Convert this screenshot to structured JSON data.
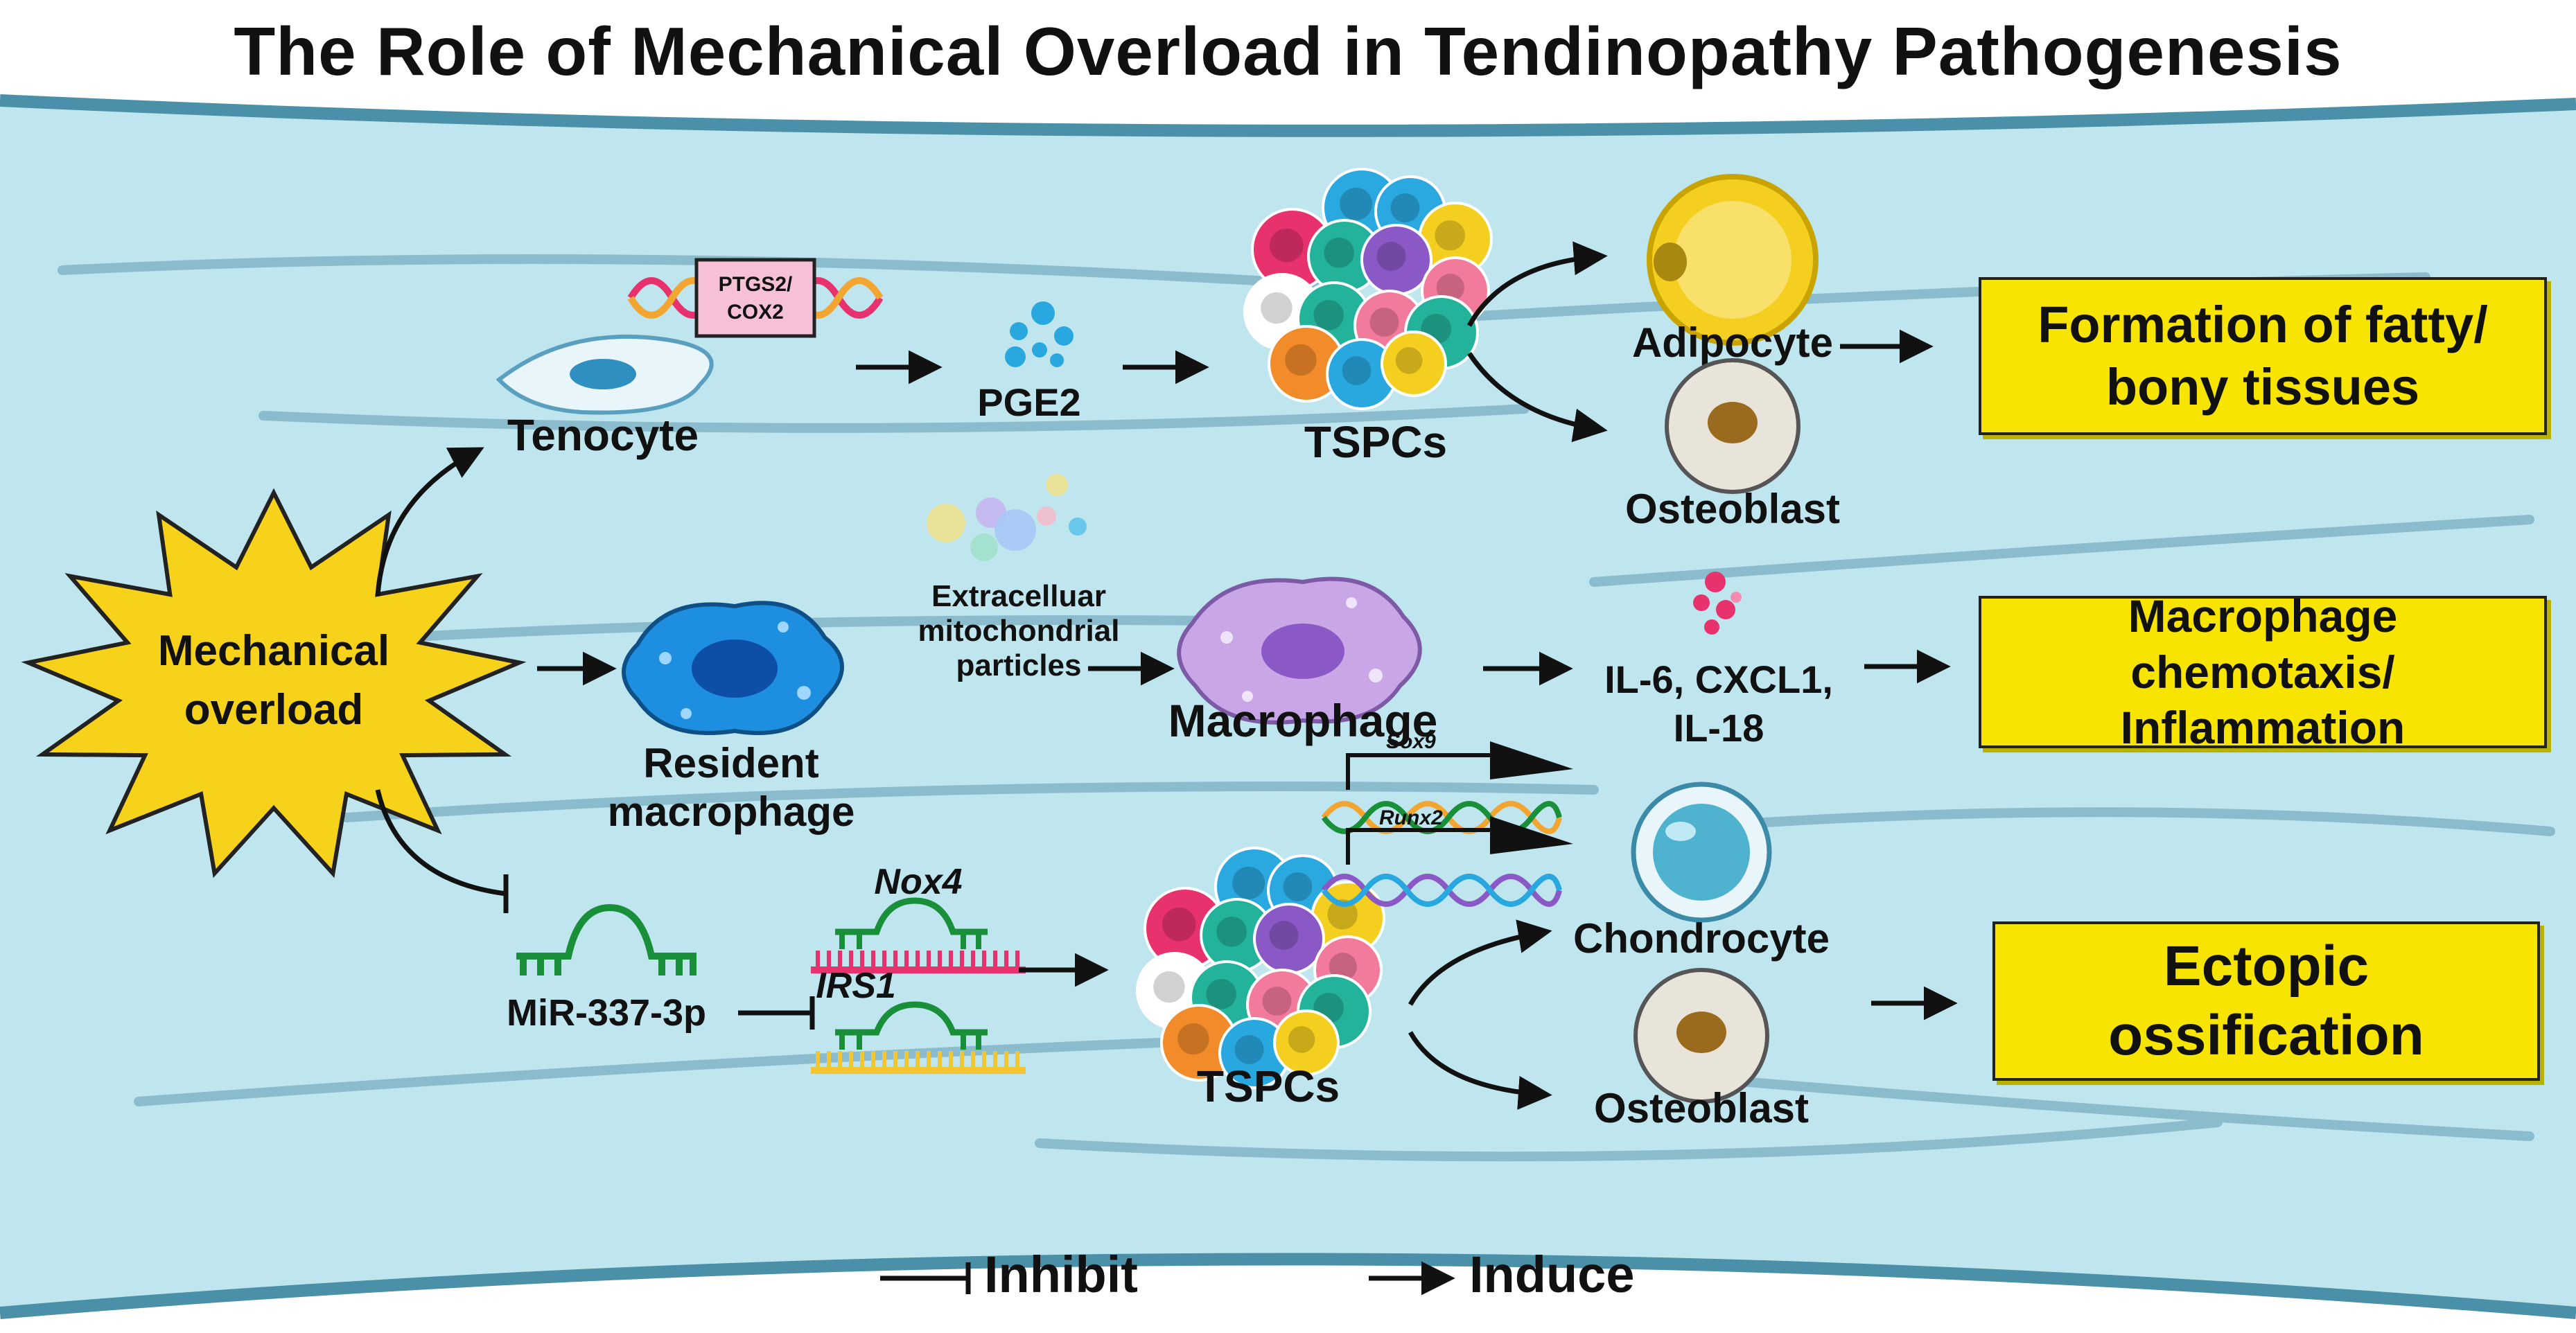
{
  "title": "The Role of Mechanical Overload in Tendinopathy Pathogenesis",
  "trigger": {
    "line1": "Mechanical",
    "line2": "overload"
  },
  "top_pathway": {
    "gene_label_line1": "PTGS2/",
    "gene_label_line2": "COX2",
    "tenocyte": "Tenocyte",
    "pge2": "PGE2",
    "tspcs": "TSPCs",
    "adipocyte": "Adipocyte",
    "osteoblast": "Osteoblast",
    "outcome_line1": "Formation of fatty/",
    "outcome_line2": "bony tissues"
  },
  "middle_pathway": {
    "resident_line1": "Resident",
    "resident_line2": "macrophage",
    "particles_line1": "Extracelluar",
    "particles_line2": "mitochondrial",
    "particles_line3": "particles",
    "macrophage": "Macrophage",
    "cytokines_line1": "IL-6, CXCL1,",
    "cytokines_line2": "IL-18",
    "outcome_line1": "Macrophage chemotaxis/",
    "outcome_line2": "Inflammation"
  },
  "bottom_pathway": {
    "mirna": "MiR-337-3p",
    "nox4": "Nox4",
    "irs1": "IRS1",
    "sox9": "Sox9",
    "runx2": "Runx2",
    "tspcs": "TSPCs",
    "chondrocyte": "Chondrocyte",
    "osteoblast": "Osteoblast",
    "outcome": "Ectopic ossification"
  },
  "legend": {
    "inhibit": "Inhibit",
    "induce": "Induce"
  },
  "colors": {
    "tissue_bg": "#bfe6ee",
    "tissue_border": "#4a90a8",
    "outcome_box": "#f7e400",
    "star_fill": "#f7d21a",
    "resident_macrophage": "#1e8fe0",
    "macrophage": "#c9a6e6",
    "adipocyte": "#f5cf1f",
    "osteoblast": "#e9e4da",
    "chondrocyte": "#4fb3cf",
    "mirna": "#1a8f3a",
    "nox4_strand": "#e8326e",
    "irs1_strand": "#f2c531"
  }
}
